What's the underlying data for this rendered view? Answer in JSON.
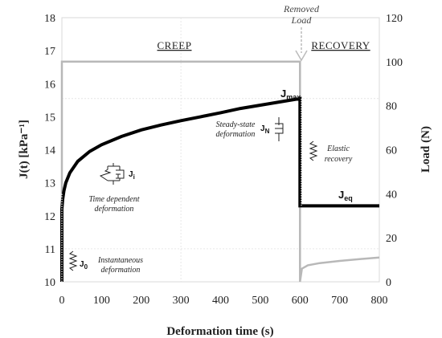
{
  "chart_data": {
    "type": "line",
    "xlabel": "Deformation time (s)",
    "ylabel_left": "J(t) [kPa⁻¹]",
    "ylabel_right": "Load (N)",
    "xlim": [
      0,
      800
    ],
    "ylim_left": [
      10,
      18
    ],
    "ylim_right": [
      0,
      120
    ],
    "x_ticks": [
      0,
      100,
      200,
      300,
      400,
      500,
      600,
      700,
      800
    ],
    "y_ticks_left": [
      10,
      11,
      12,
      13,
      14,
      15,
      16,
      17,
      18
    ],
    "y_ticks_right": [
      0,
      20,
      40,
      60,
      80,
      100,
      120
    ],
    "phases": {
      "creep": "CREEP",
      "recovery": "RECOVERY"
    },
    "removed_load": [
      "Removed",
      "Load"
    ],
    "series": [
      {
        "axis": "left",
        "color": "#000000",
        "points": [
          [
            0,
            10.0
          ],
          [
            0,
            12.2
          ],
          [
            2,
            12.5
          ],
          [
            5,
            12.75
          ],
          [
            10,
            13.0
          ],
          [
            20,
            13.3
          ],
          [
            40,
            13.65
          ],
          [
            70,
            13.95
          ],
          [
            100,
            14.15
          ],
          [
            150,
            14.4
          ],
          [
            200,
            14.6
          ],
          [
            250,
            14.75
          ],
          [
            300,
            14.88
          ],
          [
            350,
            15.0
          ],
          [
            400,
            15.12
          ],
          [
            450,
            15.25
          ],
          [
            500,
            15.35
          ],
          [
            550,
            15.45
          ],
          [
            600,
            15.55
          ],
          [
            600,
            12.3
          ],
          [
            800,
            12.3
          ]
        ]
      },
      {
        "axis": "right",
        "color": "#b8b8b8",
        "points": [
          [
            0,
            0
          ],
          [
            0,
            100
          ],
          [
            600,
            100
          ],
          [
            600,
            0
          ],
          [
            605,
            6
          ],
          [
            620,
            7.5
          ],
          [
            650,
            8.5
          ],
          [
            700,
            9.5
          ],
          [
            750,
            10.3
          ],
          [
            800,
            11
          ]
        ]
      }
    ],
    "annotations": {
      "j0": {
        "main": "J",
        "sub": "0",
        "lines": [
          "Instantaneous",
          "deformation"
        ]
      },
      "ji": {
        "main": "J",
        "sub": "i",
        "lines": [
          "Time dependent",
          "deformation"
        ]
      },
      "jn": {
        "main": "J",
        "sub": "N",
        "lines": [
          "Steady-state",
          "deformation"
        ]
      },
      "jmax": {
        "main": "J",
        "sub": "max"
      },
      "elastic": {
        "lines": [
          "Elastic",
          "recovery"
        ]
      },
      "jeq": {
        "main": "J",
        "sub": "eq"
      }
    }
  }
}
